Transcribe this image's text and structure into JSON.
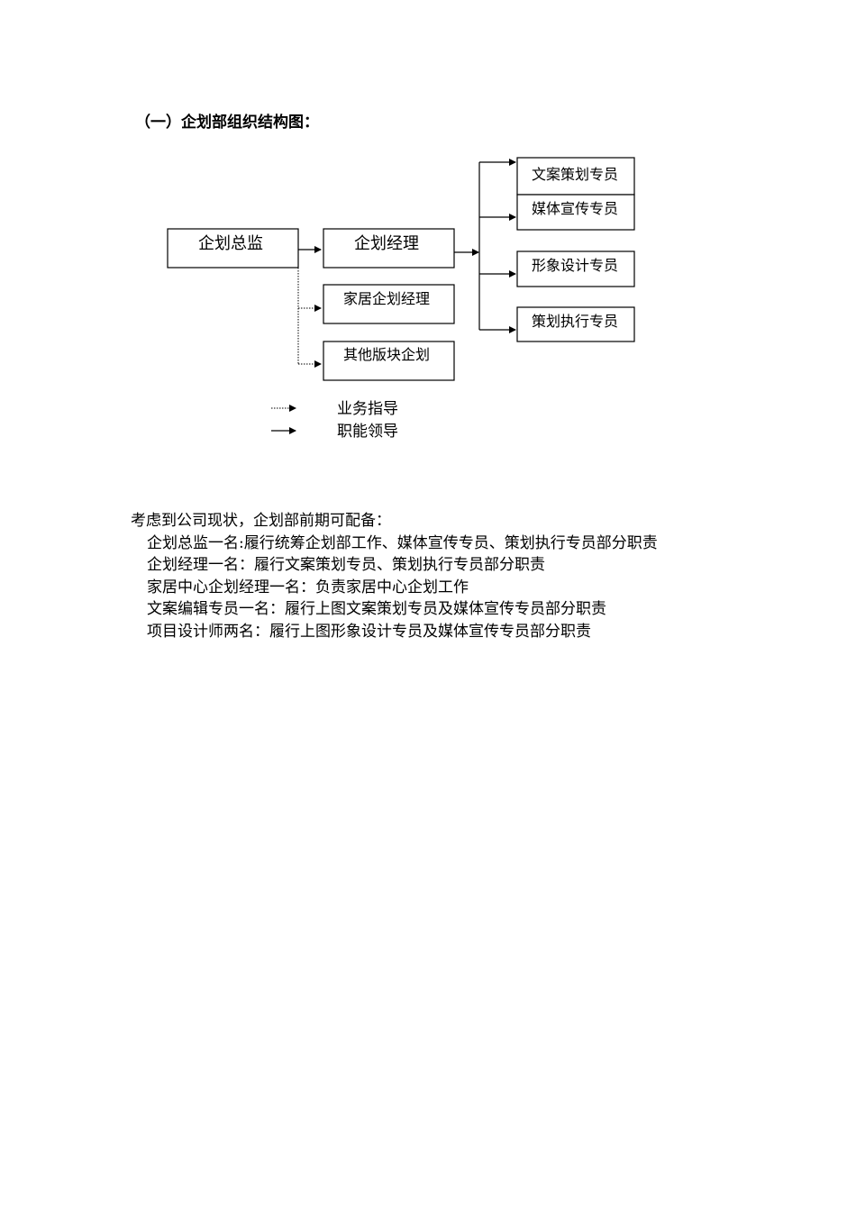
{
  "heading": "（一）企划部组织结构图：",
  "org_chart": {
    "nodes": {
      "director": "企划总监",
      "manager": "企划经理",
      "home_manager": "家居企划经理",
      "other": "其他版块企划",
      "copywriting": "文案策划专员",
      "media": "媒体宣传专员",
      "image_design": "形象设计专员",
      "execution": "策划执行专员"
    },
    "edges": [
      {
        "from": "director",
        "to": "manager",
        "type": "solid"
      },
      {
        "from": "director",
        "to": "home_manager",
        "type": "dotted"
      },
      {
        "from": "director",
        "to": "other",
        "type": "dotted"
      },
      {
        "from": "manager",
        "to": "copywriting",
        "type": "solid"
      },
      {
        "from": "manager",
        "to": "media",
        "type": "solid"
      },
      {
        "from": "manager",
        "to": "image_design",
        "type": "solid"
      },
      {
        "from": "manager",
        "to": "execution",
        "type": "solid"
      }
    ],
    "legend": {
      "dotted": "业务指导",
      "solid": "职能领导"
    }
  },
  "staffing": {
    "intro": "考虑到公司现状，企划部前期可配备：",
    "items": [
      "企划总监一名:履行统筹企划部工作、媒体宣传专员、策划执行专员部分职责",
      "企划经理一名：履行文案策划专员、策划执行专员部分职责",
      "家居中心企划经理一名：负责家居中心企划工作",
      "文案编辑专员一名：履行上图文案策划专员及媒体宣传专员部分职责",
      "项目设计师两名：履行上图形象设计专员及媒体宣传专员部分职责"
    ]
  }
}
